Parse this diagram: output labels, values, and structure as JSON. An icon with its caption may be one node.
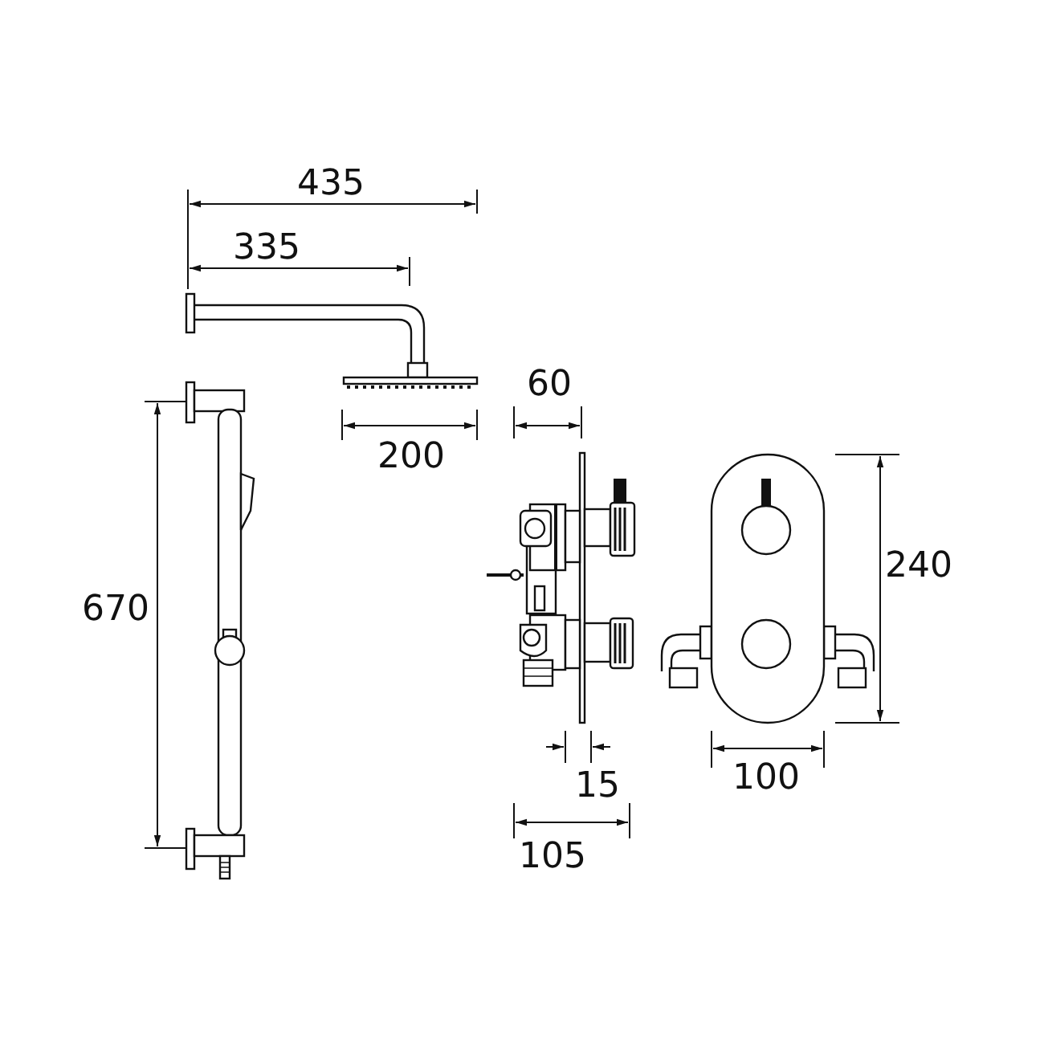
{
  "diagram": {
    "labels": [
      "435",
      "335",
      "60",
      "200",
      "240",
      "670",
      "15",
      "100",
      "105"
    ]
  }
}
